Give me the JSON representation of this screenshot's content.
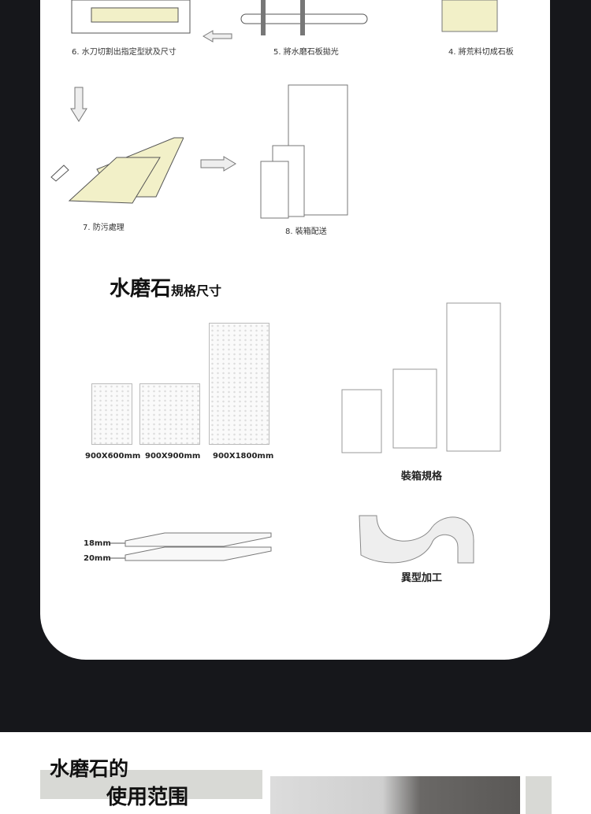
{
  "process_steps": {
    "step6": "6. 水刀切割出指定型狀及尺寸",
    "step5": "5. 將水磨石板拋光",
    "step4": "4. 將荒料切成石板",
    "step7": "7. 防污處理",
    "step8": "8. 裝箱配送"
  },
  "specs": {
    "title": "水磨石",
    "subtitle": "規格尺寸",
    "sizes": [
      "900X600mm",
      "900X900mm",
      "900X1800mm"
    ],
    "packing_label": "裝箱規格",
    "thickness": [
      "18mm",
      "20mm"
    ],
    "custom_label": "異型加工"
  },
  "usage": {
    "title_line1": "水磨石的",
    "title_line2": "使用范围"
  },
  "colors": {
    "background": "#16171b",
    "card": "#ffffff",
    "band": "#d8d9d5",
    "slab": "#f2f0c8"
  }
}
